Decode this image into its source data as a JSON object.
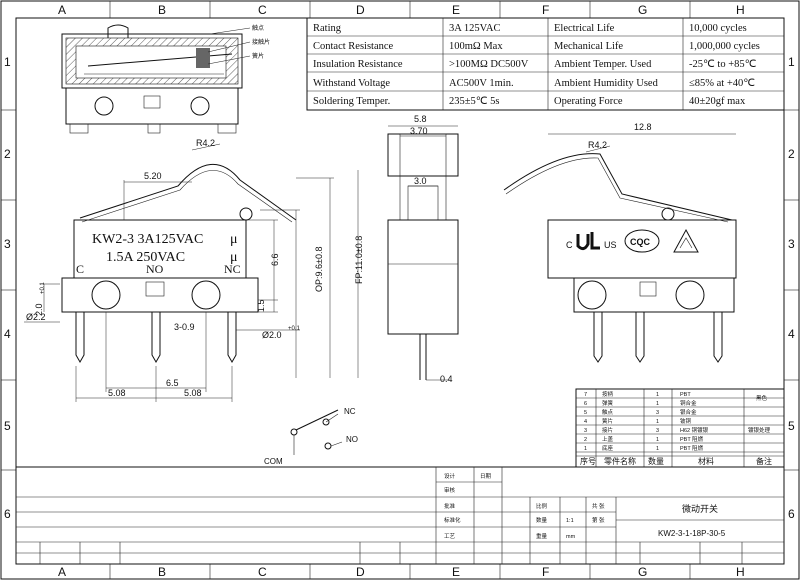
{
  "frame": {
    "columns": [
      "A",
      "B",
      "C",
      "D",
      "E",
      "F",
      "G",
      "H"
    ],
    "rows": [
      "1",
      "2",
      "3",
      "4",
      "5",
      "6"
    ]
  },
  "specs": [
    {
      "label": "Rating",
      "value": "3A  125VAC",
      "label2": "Electrical Life",
      "value2": "10,000 cycles"
    },
    {
      "label": "Contact Resistance",
      "value": "100mΩ  Max",
      "label2": "Mechanical Life",
      "value2": "1,000,000 cycles"
    },
    {
      "label": "Insulation Resistance",
      "value": ">100MΩ  DC500V",
      "label2": "Ambient Temper. Used",
      "value2": "-25℃ to +85℃"
    },
    {
      "label": "Withstand Voltage",
      "value": "AC500V  1min.",
      "label2": "Ambient Humidity Used",
      "value2": "≤85% at +40℃"
    },
    {
      "label": "Soldering Temper.",
      "value": "235±5℃ 5s",
      "label2": "Operating Force",
      "value2": "40±20gf max"
    }
  ],
  "section_labels": [
    "触点",
    "接触片",
    "簧片"
  ],
  "front_view": {
    "marking_line1": "KW2-3  3A125VAC",
    "marking_line2": "1.5A  250VAC",
    "micro_symbol": "μ",
    "terminal_c": "C",
    "terminal_no": "NO",
    "terminal_nc": "NC",
    "dim_r": "R4.2",
    "dim_520": "5.20",
    "dim_66": "6.6",
    "dim_op": "OP:9.6±0.8",
    "dim_fp": "FP:11.0±0.8",
    "dim_15": "1.5",
    "dim_2_tol": "2.0",
    "dim_tol": "+0.1",
    "dim_22": "Ø2.2",
    "dim_39": "3-0.9",
    "dim_20": "Ø2.0",
    "dim_65": "6.5",
    "dim_508a": "5.08",
    "dim_508b": "5.08"
  },
  "side_view": {
    "dim_58": "5.8",
    "dim_370": "3.70",
    "dim_30": "3.0",
    "dim_04": "0.4"
  },
  "back_view": {
    "dim_128": "12.8",
    "dim_r": "R4.2",
    "mark_c": "C",
    "mark_us": "US",
    "mark_cqc": "CQC"
  },
  "schematic": {
    "nc": "NC",
    "no": "NO",
    "com": "COM"
  },
  "bom": {
    "rows": [
      {
        "no": "7",
        "name": "按柄",
        "qty": "1",
        "material": "PBT",
        "note": "黑色"
      },
      {
        "no": "6",
        "name": "弹簧",
        "qty": "1",
        "material": "铜合金",
        "note": ""
      },
      {
        "no": "5",
        "name": "触点",
        "qty": "3",
        "material": "银合金",
        "note": ""
      },
      {
        "no": "4",
        "name": "簧片",
        "qty": "1",
        "material": "铍铜",
        "note": ""
      },
      {
        "no": "3",
        "name": "接片",
        "qty": "3",
        "material": "H62 铜镀银",
        "note": "镀银处理"
      },
      {
        "no": "2",
        "name": "上盖",
        "qty": "1",
        "material": "PBT 阻燃",
        "note": ""
      },
      {
        "no": "1",
        "name": "底座",
        "qty": "1",
        "material": "PBT 阻燃",
        "note": ""
      }
    ],
    "header": {
      "no": "序号",
      "name": "零件名称",
      "qty": "数量",
      "material": "材料",
      "note": "备注"
    }
  },
  "title_block": {
    "title": "微动开关",
    "drawing_no": "KW2-3-1-18P-30-5",
    "labels": [
      "设计",
      "审核",
      "批准",
      "标准化",
      "工艺",
      "日期",
      "比例",
      "数量",
      "重量",
      "共 张",
      "第 张"
    ],
    "scale": "1:1",
    "unit": "mm"
  }
}
